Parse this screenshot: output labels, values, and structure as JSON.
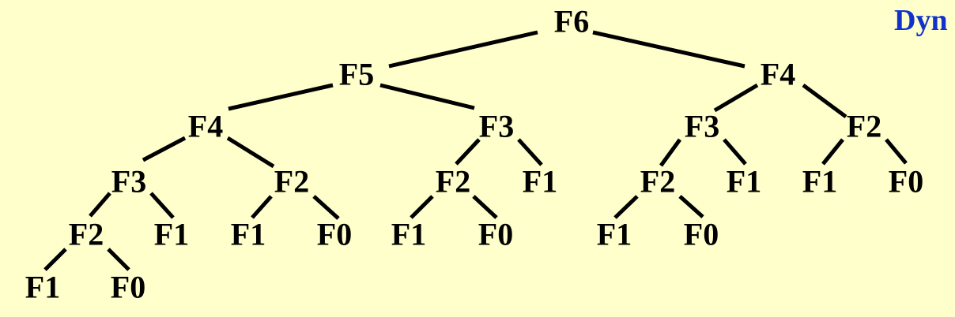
{
  "header": {
    "title_fragment": "Dyn"
  },
  "colors": {
    "background": "#FFFFCC",
    "text": "#000000",
    "title": "#1133CC"
  },
  "tree": {
    "nodes": [
      {
        "id": "n0",
        "label": "F6"
      },
      {
        "id": "n1",
        "label": "F5"
      },
      {
        "id": "n2",
        "label": "F4"
      },
      {
        "id": "n3",
        "label": "F4"
      },
      {
        "id": "n4",
        "label": "F3"
      },
      {
        "id": "n5",
        "label": "F3"
      },
      {
        "id": "n6",
        "label": "F2"
      },
      {
        "id": "n7",
        "label": "F3"
      },
      {
        "id": "n8",
        "label": "F2"
      },
      {
        "id": "n9",
        "label": "F2"
      },
      {
        "id": "n10",
        "label": "F1"
      },
      {
        "id": "n11",
        "label": "F2"
      },
      {
        "id": "n12",
        "label": "F1"
      },
      {
        "id": "n13",
        "label": "F1"
      },
      {
        "id": "n14",
        "label": "F0"
      },
      {
        "id": "n15",
        "label": "F2"
      },
      {
        "id": "n16",
        "label": "F1"
      },
      {
        "id": "n17",
        "label": "F1"
      },
      {
        "id": "n18",
        "label": "F0"
      },
      {
        "id": "n19",
        "label": "F1"
      },
      {
        "id": "n20",
        "label": "F0"
      },
      {
        "id": "n21",
        "label": "F1"
      },
      {
        "id": "n22",
        "label": "F0"
      },
      {
        "id": "n23",
        "label": "F1"
      },
      {
        "id": "n24",
        "label": "F0"
      }
    ],
    "edges": [
      [
        "n0",
        "n1"
      ],
      [
        "n0",
        "n2"
      ],
      [
        "n1",
        "n3"
      ],
      [
        "n1",
        "n4"
      ],
      [
        "n2",
        "n5"
      ],
      [
        "n2",
        "n6"
      ],
      [
        "n3",
        "n7"
      ],
      [
        "n3",
        "n8"
      ],
      [
        "n4",
        "n9"
      ],
      [
        "n4",
        "n10"
      ],
      [
        "n5",
        "n11"
      ],
      [
        "n5",
        "n12"
      ],
      [
        "n6",
        "n13"
      ],
      [
        "n6",
        "n14"
      ],
      [
        "n7",
        "n15"
      ],
      [
        "n7",
        "n16"
      ],
      [
        "n8",
        "n17"
      ],
      [
        "n8",
        "n18"
      ],
      [
        "n9",
        "n19"
      ],
      [
        "n9",
        "n20"
      ],
      [
        "n11",
        "n21"
      ],
      [
        "n11",
        "n22"
      ],
      [
        "n15",
        "n23"
      ],
      [
        "n15",
        "n24"
      ]
    ]
  }
}
